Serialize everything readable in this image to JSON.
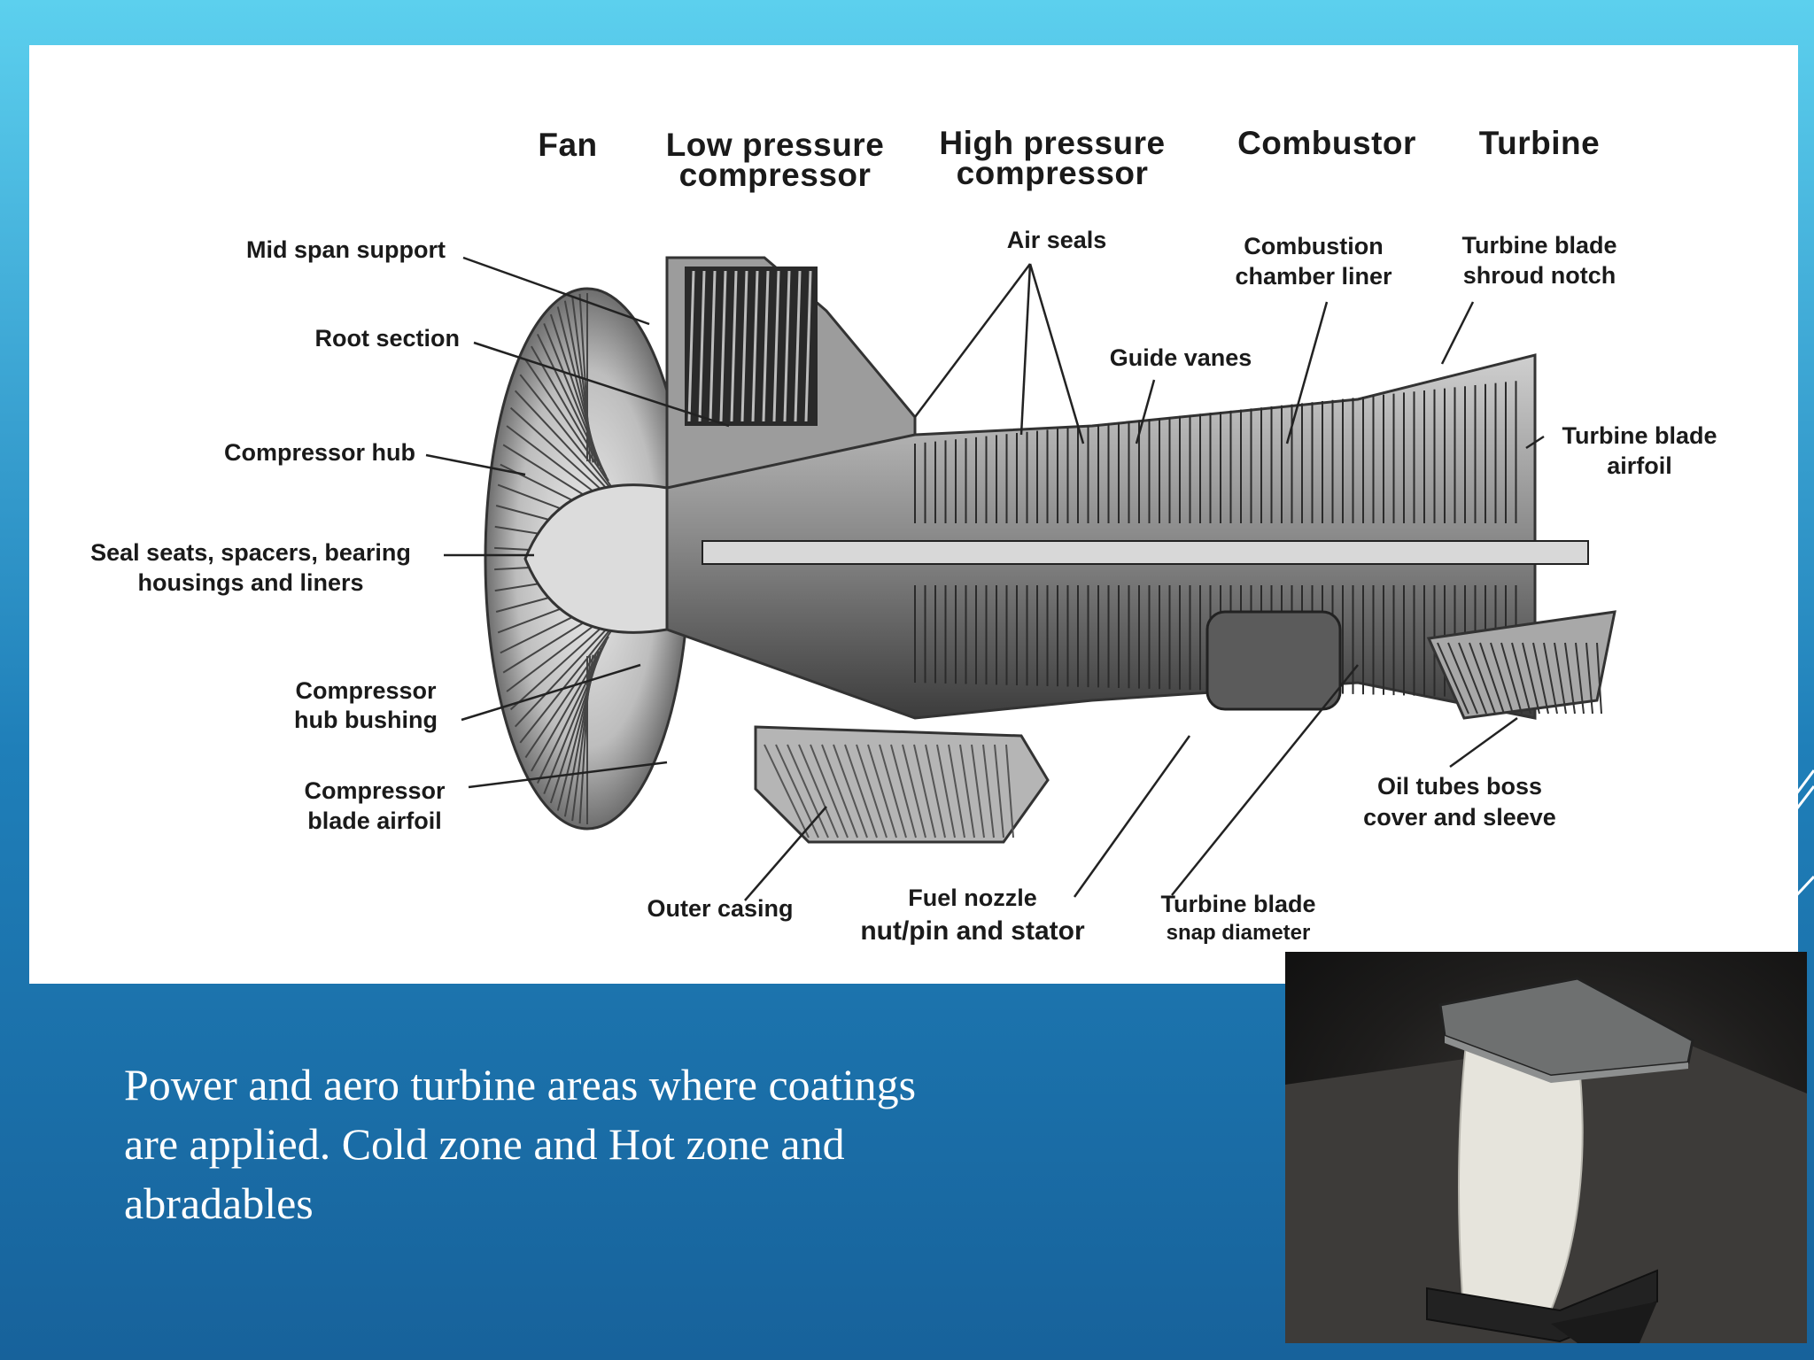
{
  "diagram": {
    "headers": {
      "fan": "Fan",
      "lp_compressor_line1": "Low pressure",
      "lp_compressor_line2": "compressor",
      "hp_compressor_line1": "High pressure",
      "hp_compressor_line2": "compressor",
      "combustor": "Combustor",
      "turbine": "Turbine"
    },
    "labels": {
      "mid_span_support": "Mid span support",
      "root_section": "Root section",
      "compressor_hub": "Compressor hub",
      "seal_seats_line1": "Seal seats, spacers, bearing",
      "seal_seats_line2": "housings and liners",
      "compressor_hub_bushing_line1": "Compressor",
      "compressor_hub_bushing_line2": "hub bushing",
      "compressor_blade_airfoil_line1": "Compressor",
      "compressor_blade_airfoil_line2": "blade airfoil",
      "outer_casing": "Outer casing",
      "fuel_nozzle_line1": "Fuel nozzle",
      "fuel_nozzle_line2": "nut/pin and stator",
      "turbine_blade_snap_line1": "Turbine blade",
      "turbine_blade_snap_line2": "snap diameter",
      "oil_tubes_line1": "Oil tubes boss",
      "oil_tubes_line2": "cover and sleeve",
      "turbine_blade_airfoil_line1": "Turbine blade",
      "turbine_blade_airfoil_line2": "airfoil",
      "air_seals": "Air seals",
      "guide_vanes": "Guide vanes",
      "combustion_liner_line1": "Combustion",
      "combustion_liner_line2": "chamber liner",
      "shroud_notch_line1": "Turbine blade",
      "shroud_notch_line2": "shroud notch"
    }
  },
  "caption": {
    "line1": "Power and aero turbine areas where coatings",
    "line2": "are applied. Cold zone and Hot zone and",
    "line3": "abradables"
  },
  "colors": {
    "background_top": "#5cd0ee",
    "background_bottom": "#17629b",
    "panel": "#ffffff",
    "caption_text": "#ffffff"
  }
}
